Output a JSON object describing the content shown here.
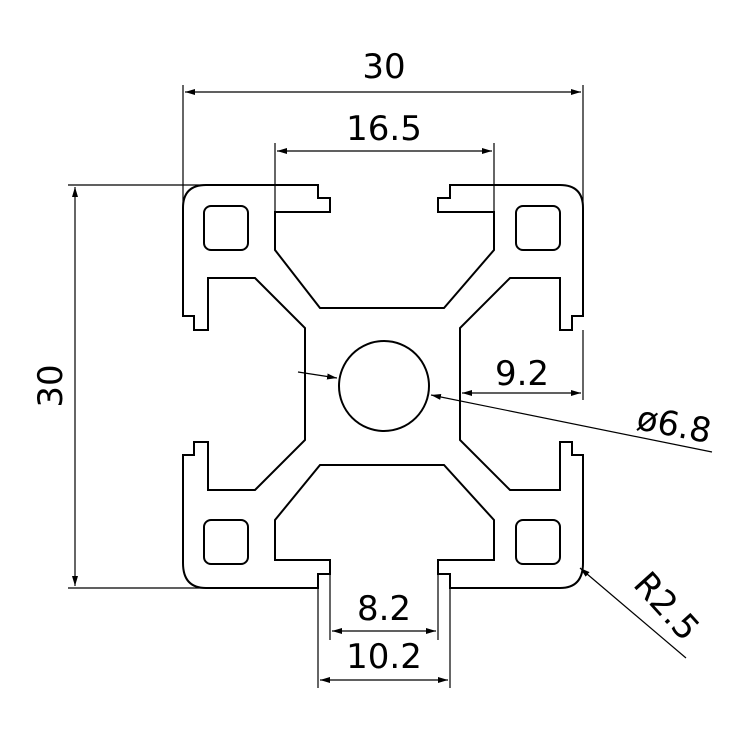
{
  "dimensions": {
    "overall_width": "30",
    "overall_height": "30",
    "slot_opening_top": "16.5",
    "half_width_center": "9.2",
    "center_bore": "ø6.8",
    "corner_radius": "R2.5",
    "slot_neck": "8.2",
    "slot_outer": "10.2"
  },
  "colors": {
    "line": "#000000",
    "background": "#ffffff"
  }
}
